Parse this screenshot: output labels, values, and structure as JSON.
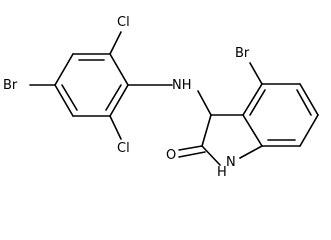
{
  "molecule": {
    "atoms": {
      "br_left": "Br",
      "cl_top": "Cl",
      "cl_bottom": "Cl",
      "nh": "NH",
      "br_right": "Br",
      "o": "O",
      "h_ring": "H",
      "n_ring": "N"
    }
  }
}
